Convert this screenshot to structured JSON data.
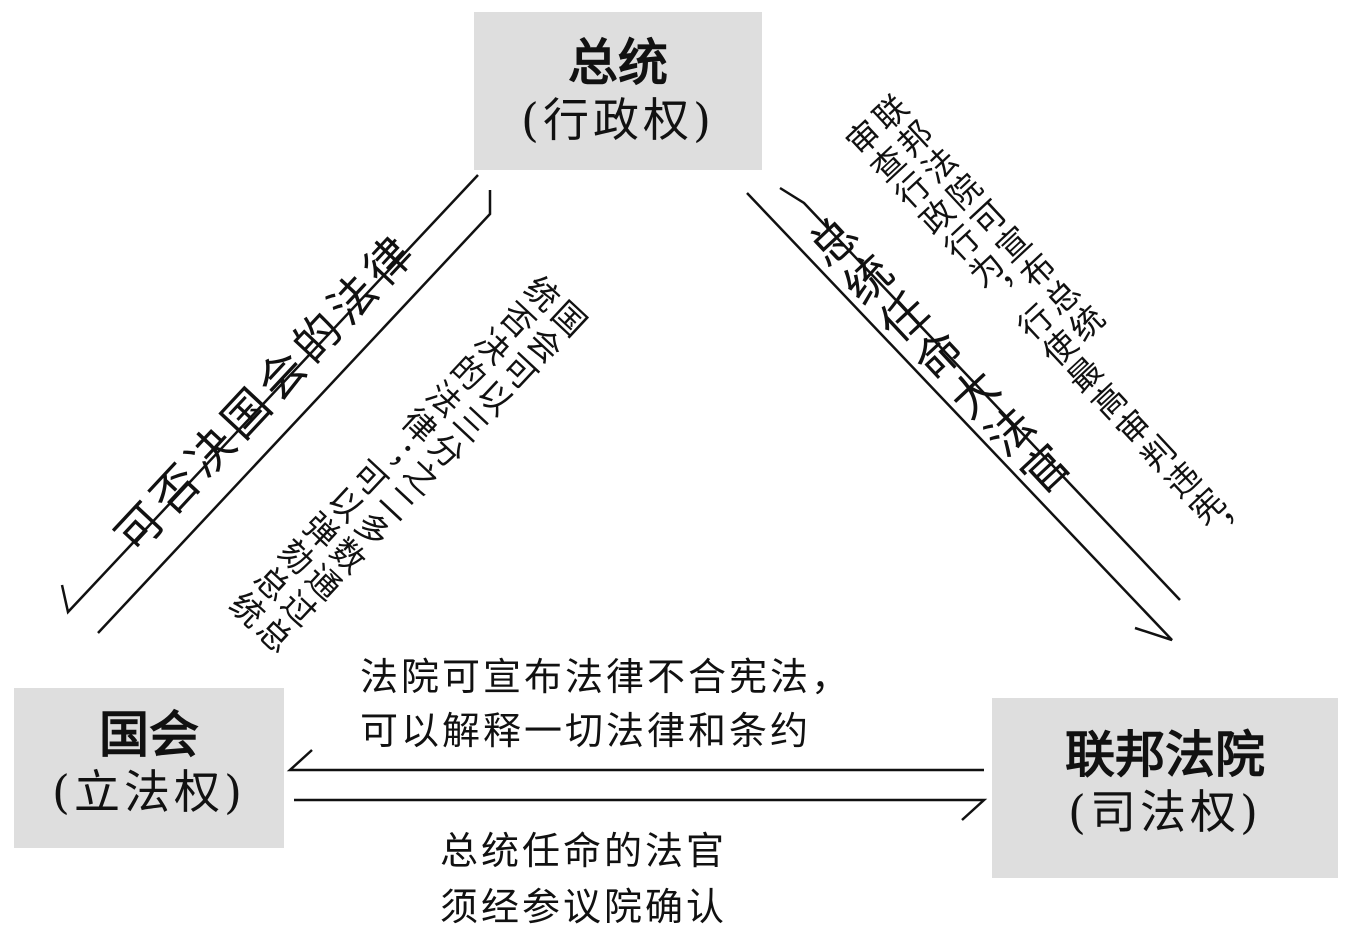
{
  "nodes": {
    "president": {
      "title": "总统",
      "subtitle": "(行政权)"
    },
    "congress": {
      "title": "国会",
      "subtitle": "(立法权)"
    },
    "court": {
      "title": "联邦法院",
      "subtitle": "(司法权)"
    }
  },
  "edges": {
    "president_to_congress": "可否决国会的法律",
    "congress_to_president": {
      "line1": "国会可以三分之二多数通过总",
      "line2": "统否决的法律；可以弹劾总统"
    },
    "president_to_court": "总统任命大法官",
    "court_to_president": {
      "line1": "联邦法院可宣布总统",
      "line2": "审查行政行为，行使最高审判违宪，"
    },
    "court_to_congress": {
      "line1": "法院可宣布法律不合宪法，",
      "line2": "可以解释一切法律和条约"
    },
    "congress_to_court": {
      "line1": "总统任命的法官",
      "line2": "须经参议院确认"
    }
  }
}
